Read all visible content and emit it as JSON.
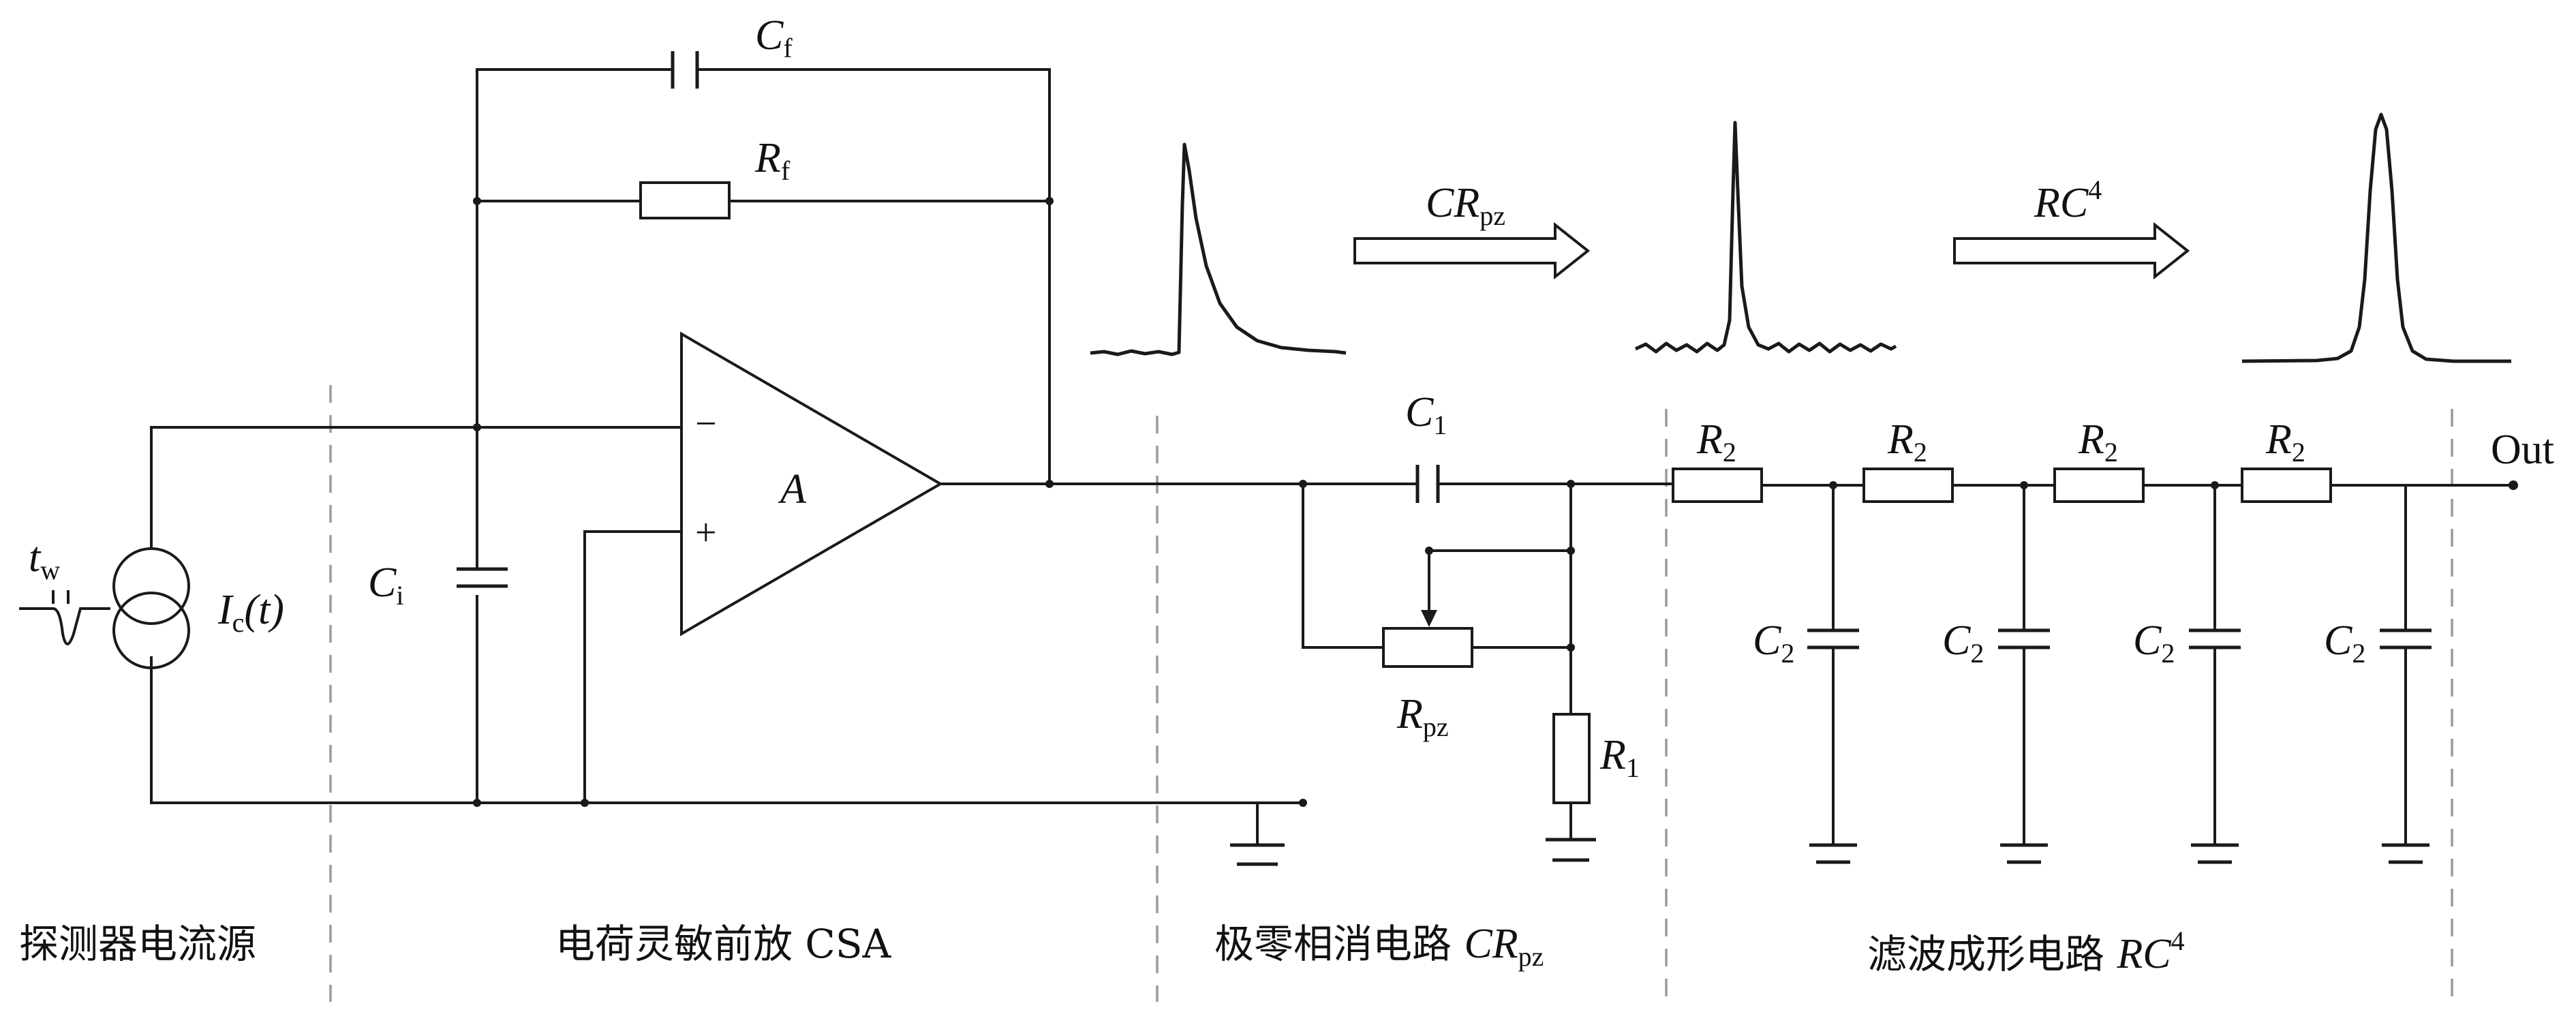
{
  "sections": {
    "source": "探测器电流源",
    "csa": "电荷灵敏前放 CSA",
    "pz": {
      "text": "极零相消电路 ",
      "main": "CR",
      "sub": "pz"
    },
    "shaper": {
      "text": "滤波成形电路 ",
      "main": "RC",
      "sup": "4"
    }
  },
  "labels": {
    "cf": {
      "main": "C",
      "sub": "f"
    },
    "rf": {
      "main": "R",
      "sub": "f"
    },
    "ci": {
      "main": "C",
      "sub": "i"
    },
    "amp": "A",
    "minus": "−",
    "plus": "+",
    "tw": {
      "main": "t",
      "sub": "w"
    },
    "ic": {
      "main": "I",
      "sub": "c",
      "arg": "(t)"
    },
    "c1": {
      "main": "C",
      "sub": "1"
    },
    "rpz": {
      "main": "R",
      "sub": "pz"
    },
    "r1": {
      "main": "R",
      "sub": "1"
    },
    "r2": {
      "main": "R",
      "sub": "2"
    },
    "c2": {
      "main": "C",
      "sub": "2"
    },
    "out": "Out",
    "arrow1": {
      "main": "CR",
      "sub": "pz"
    },
    "arrow2": {
      "main": "RC",
      "sup": "4"
    }
  },
  "icons": {
    "current_source": "dual-circle-current-source-icon",
    "ground": "ground-icon",
    "opamp": "triangle-opamp-icon",
    "arrow": "hollow-right-arrow-icon"
  }
}
